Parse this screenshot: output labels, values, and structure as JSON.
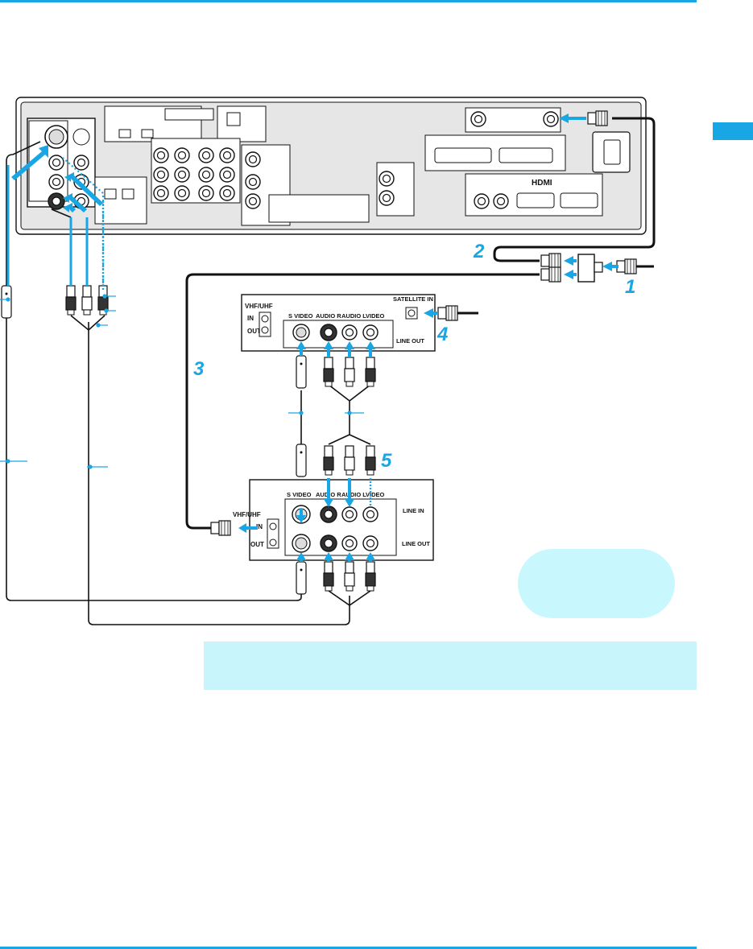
{
  "colors": {
    "accent": "#19a6e4",
    "note_fill": "#c8f4fb",
    "bubble_fill": "#c8f8fd",
    "panel_fill": "#e6e6e6",
    "line": "#111111"
  },
  "steps": {
    "step1": "1",
    "step2": "2",
    "step3": "3",
    "step4": "4",
    "step5": "5"
  },
  "satellite_receiver": {
    "rf_title": "VHF/UHF",
    "rf_in": "IN",
    "rf_out": "OUT",
    "svideo": "S VIDEO",
    "audio_r": "AUDIO R",
    "audio_l": "AUDIO L",
    "video": "VIDEO",
    "satellite_in": "SATELLITE IN",
    "line_out": "LINE OUT"
  },
  "vcr": {
    "rf_title": "VHF/UHF",
    "rf_in": "IN",
    "rf_out": "OUT",
    "svideo": "S VIDEO",
    "audio_r": "AUDIO R",
    "audio_l": "AUDIO L",
    "video": "VIDEO",
    "line_in": "LINE IN",
    "line_out": "LINE OUT"
  },
  "tv_panel": {
    "hdmi_logo": "HDMI"
  }
}
